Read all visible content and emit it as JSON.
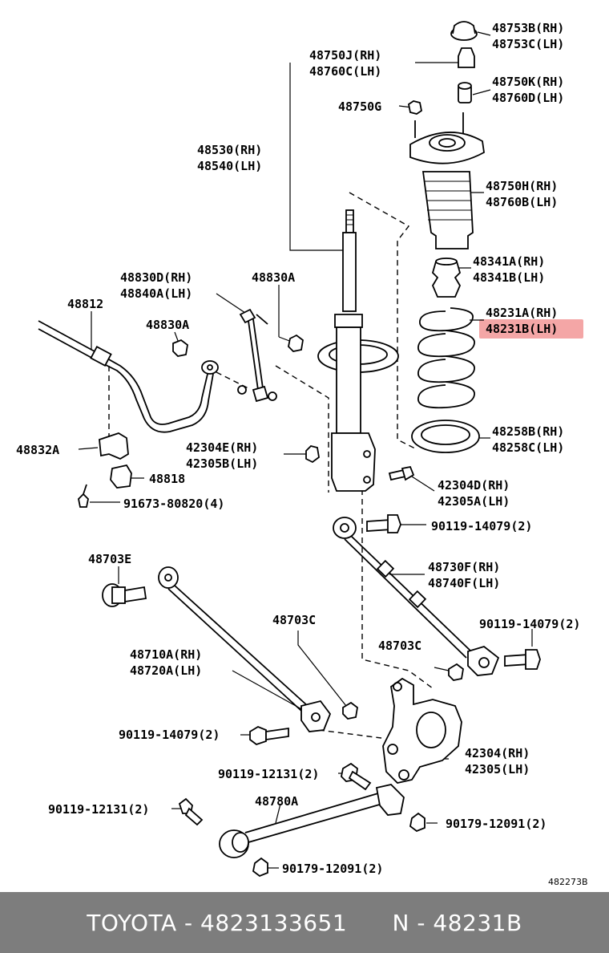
{
  "diagram": {
    "labels": {
      "p48753": [
        "48753B(RH)",
        "48753C(LH)"
      ],
      "p48750j": [
        "48750J(RH)",
        "48760C(LH)"
      ],
      "p48750k": [
        "48750K(RH)",
        "48760D(LH)"
      ],
      "p48750g": [
        "48750G"
      ],
      "p48530": [
        "48530(RH)",
        "48540(LH)"
      ],
      "p48750h": [
        "48750H(RH)",
        "48760B(LH)"
      ],
      "p48341": [
        "48341A(RH)",
        "48341B(LH)"
      ],
      "p48830d": [
        "48830D(RH)",
        "48840A(LH)"
      ],
      "p48830a_1": [
        "48830A"
      ],
      "p48812": [
        "48812"
      ],
      "p48830a_2": [
        "48830A"
      ],
      "p48231": [
        "48231A(RH)",
        "48231B(LH)"
      ],
      "p48258": [
        "48258B(RH)",
        "48258C(LH)"
      ],
      "p48832a": [
        "48832A"
      ],
      "p42304e": [
        "42304E(RH)",
        "42305B(LH)"
      ],
      "p48818": [
        "48818"
      ],
      "p42304d": [
        "42304D(RH)",
        "42305A(LH)"
      ],
      "p91673": [
        "91673-80820(4)"
      ],
      "p90119_a": [
        "90119-14079(2)"
      ],
      "p48703e": [
        "48703E"
      ],
      "p48730f": [
        "48730F(RH)",
        "48740F(LH)"
      ],
      "p48703c_1": [
        "48703C"
      ],
      "p90119_b": [
        "90119-14079(2)"
      ],
      "p48710a": [
        "48710A(RH)",
        "48720A(LH)"
      ],
      "p48703c_2": [
        "48703C"
      ],
      "p90119_c": [
        "90119-14079(2)"
      ],
      "p42304": [
        "42304(RH)",
        "42305(LH)"
      ],
      "p90119_d": [
        "90119-12131(2)"
      ],
      "p48780a": [
        "48780A"
      ],
      "p90119_e": [
        "90119-12131(2)"
      ],
      "p90179_a": [
        "90179-12091(2)"
      ],
      "p90179_b": [
        "90179-12091(2)"
      ]
    },
    "reference_code": "482273B",
    "highlight_color": "#f4a6a6"
  },
  "footer": {
    "text": "TOYOTA - 4823133651      N - 48231B"
  }
}
